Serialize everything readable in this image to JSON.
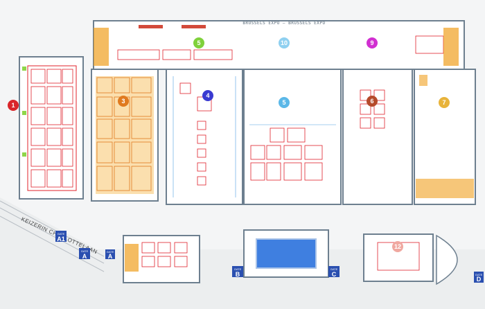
{
  "map": {
    "banner": "BRUSSELS EXPO — BRUSSELS EXPO",
    "street": "KEIZERIN CHARLOTTELAAN",
    "halls": [
      {
        "label": "1",
        "color": "#d9252a"
      },
      {
        "label": "3",
        "color": "#e07a1f"
      },
      {
        "label": "4",
        "color": "#3a3ad1"
      },
      {
        "label": "5",
        "color": "#7fd13b"
      },
      {
        "label": "5",
        "color": "#5bb8e8"
      },
      {
        "label": "10",
        "color": "#8fd0f0"
      },
      {
        "label": "9",
        "color": "#d12fd1"
      },
      {
        "label": "6",
        "color": "#b54a2a"
      },
      {
        "label": "7",
        "color": "#e8b33a"
      },
      {
        "label": "12",
        "color": "#f0a8a0"
      }
    ],
    "gates": [
      {
        "title": "GATE",
        "letter": "A1"
      },
      {
        "title": "GATE",
        "letter": "A"
      },
      {
        "title": "GATE",
        "letter": "A"
      },
      {
        "title": "GATE",
        "letter": "B"
      },
      {
        "title": "GATE",
        "letter": "C"
      },
      {
        "title": "GATE",
        "letter": "D"
      }
    ],
    "colors": {
      "wall": "#6d7f8f",
      "booth": "#e0202a",
      "green": "#8fd64a",
      "orange": "#f0a020",
      "blue_line": "#4fa0e0",
      "gate": "#2a4fb0",
      "water": "#3f7fe0"
    }
  }
}
